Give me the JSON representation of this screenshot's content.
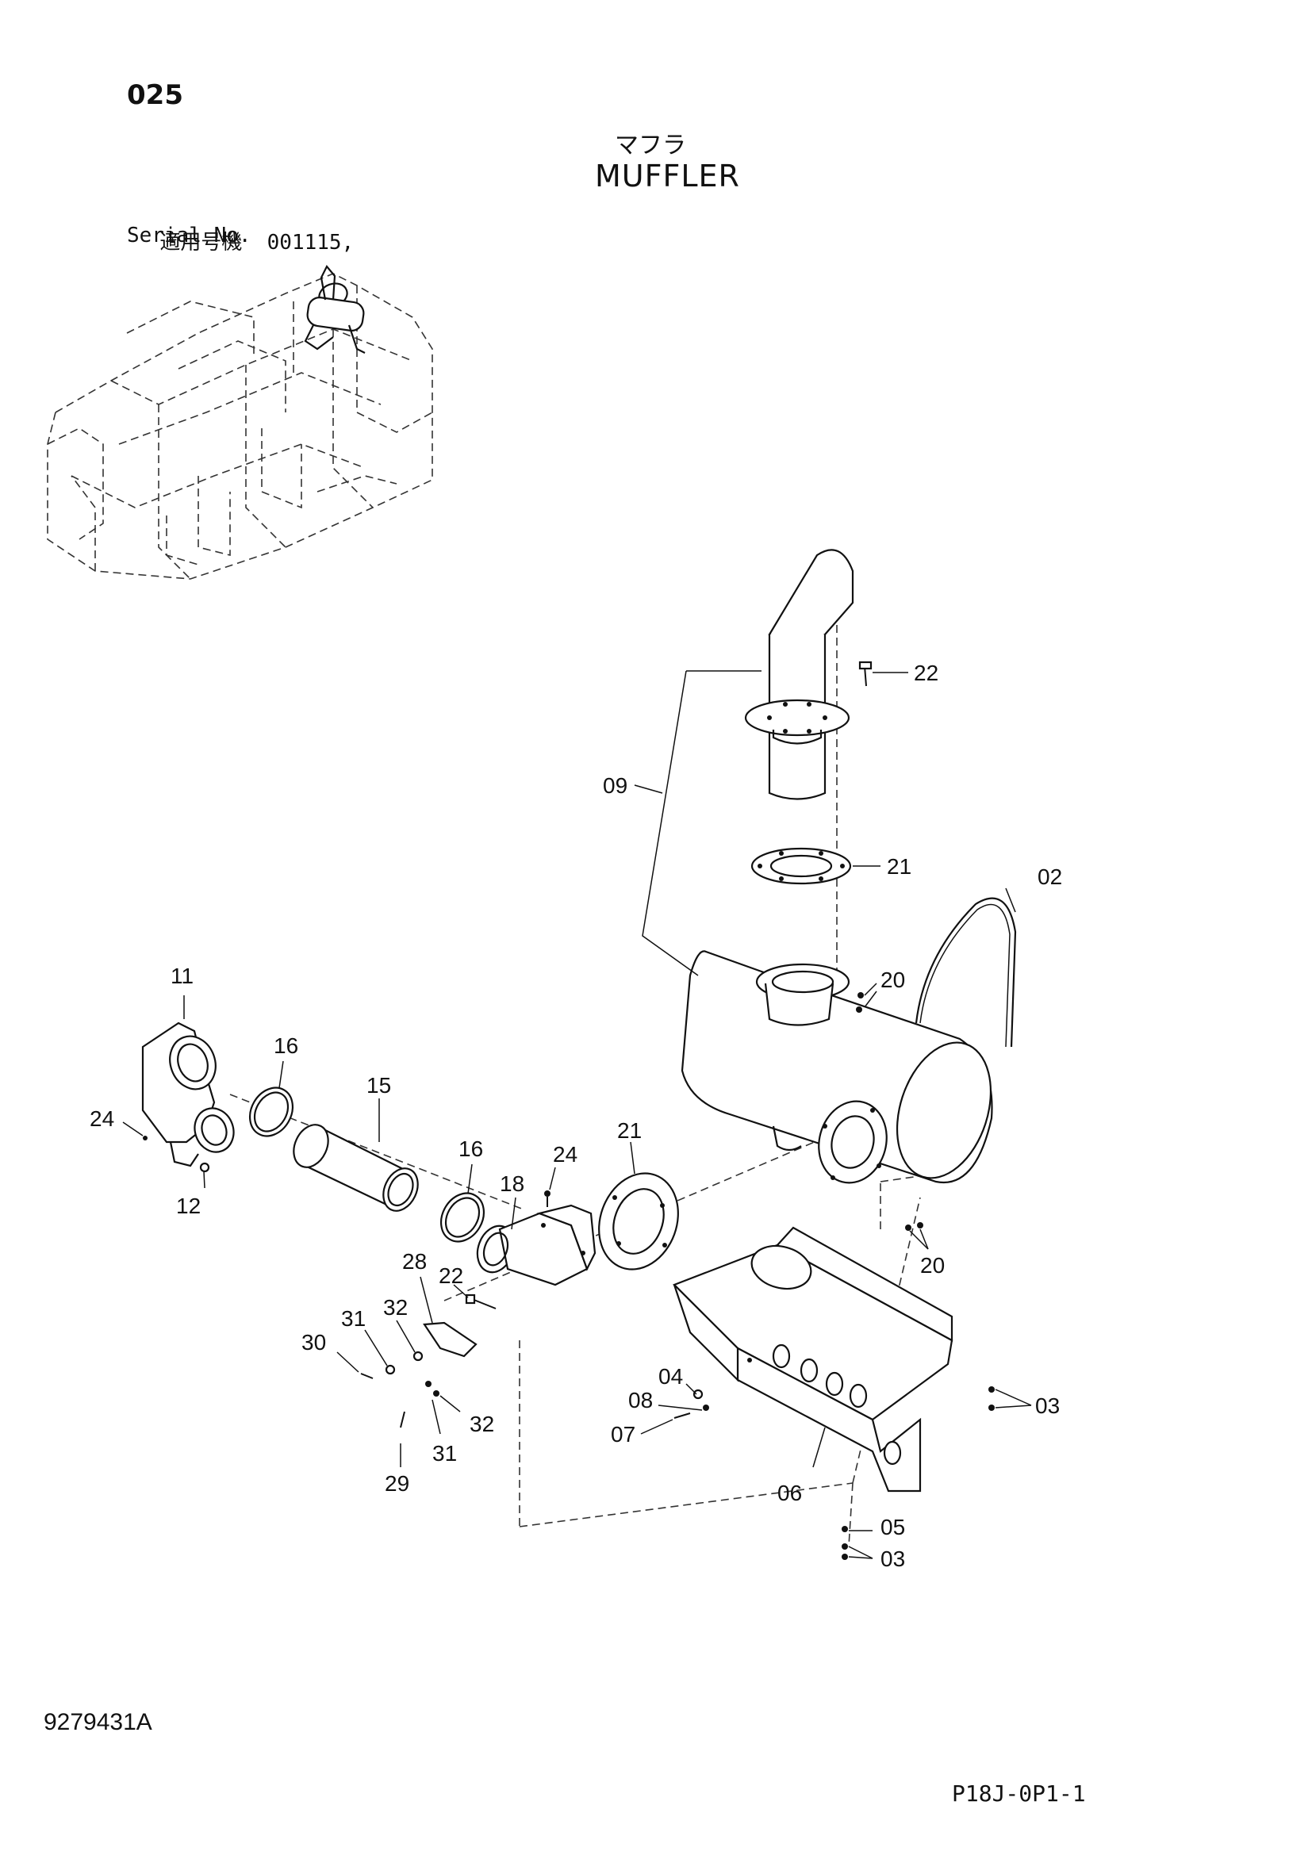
{
  "header": {
    "page_number": "025",
    "title_jp": "マフラ",
    "title_en": "MUFFLER",
    "serial_label_jp": "適用号機",
    "serial_value": "001115,",
    "serial_label_en": "Serial No."
  },
  "footer": {
    "document_id": "9279431A",
    "page_code": "P18J-0P1-1"
  },
  "callouts": {
    "c22a": "22",
    "c09": "09",
    "c21a": "21",
    "c02": "02",
    "c20a": "20",
    "c11": "11",
    "c16a": "16",
    "c15": "15",
    "c24a": "24",
    "c16b": "16",
    "c24b": "24",
    "c21b": "21",
    "c18": "18",
    "c12": "12",
    "c20b": "20",
    "c28": "28",
    "c22b": "22",
    "c32a": "32",
    "c31a": "31",
    "c30": "30",
    "c04": "04",
    "c08": "08",
    "c07": "07",
    "c32b": "32",
    "c31b": "31",
    "c29": "29",
    "c06": "06",
    "c03a": "03",
    "c05": "05",
    "c03b": "03"
  },
  "icons": {
    "overview": "machine-overview-icon"
  }
}
